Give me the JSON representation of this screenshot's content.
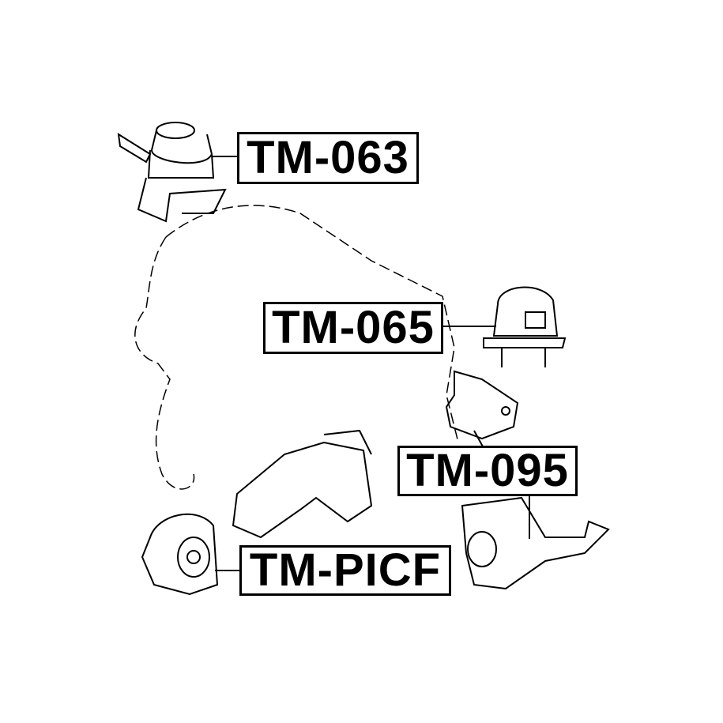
{
  "labels": {
    "tm063": "TM-063",
    "tm065": "TM-065",
    "tm095": "TM-095",
    "tmpicf": "TM-PICF"
  },
  "colors": {
    "line": "#000000",
    "background": "#ffffff"
  }
}
